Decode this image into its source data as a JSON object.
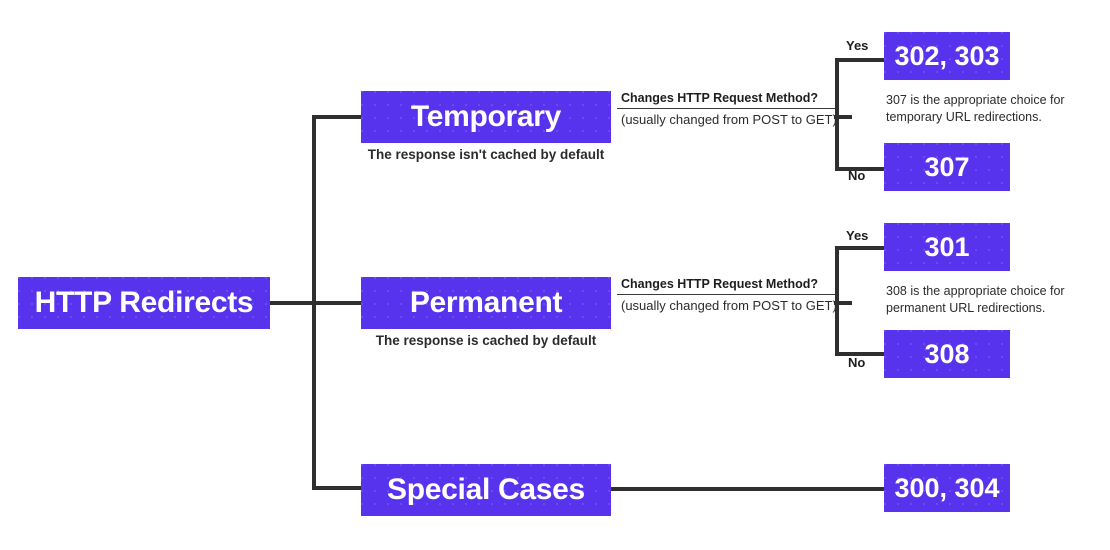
{
  "diagram": {
    "title": "HTTP Redirects",
    "type": "flowchart",
    "accent_color": "#5733ed",
    "text_on_accent": "#ffffff",
    "line_color": "#2f2f2f",
    "background": "#ffffff"
  },
  "root": {
    "label": "HTTP Redirects"
  },
  "branches": [
    {
      "id": "temporary",
      "label": "Temporary",
      "caption": "The response isn't cached by default",
      "question": {
        "primary": "Changes HTTP Request Method?",
        "secondary": "(usually changed from POST to GET)"
      },
      "outcomes": [
        {
          "answer": "Yes",
          "codes": "302, 303"
        },
        {
          "answer": "No",
          "codes": "307"
        }
      ],
      "note": "307 is the appropriate choice for temporary URL redirections."
    },
    {
      "id": "permanent",
      "label": "Permanent",
      "caption": "The response is cached by default",
      "question": {
        "primary": "Changes HTTP Request Method?",
        "secondary": "(usually changed from POST to GET)"
      },
      "outcomes": [
        {
          "answer": "Yes",
          "codes": "301"
        },
        {
          "answer": "No",
          "codes": "308"
        }
      ],
      "note": "308 is the appropriate choice for permanent URL redirections."
    },
    {
      "id": "special",
      "label": "Special Cases",
      "caption": "",
      "question": null,
      "outcomes": [
        {
          "answer": "",
          "codes": "300, 304"
        }
      ],
      "note": ""
    }
  ]
}
